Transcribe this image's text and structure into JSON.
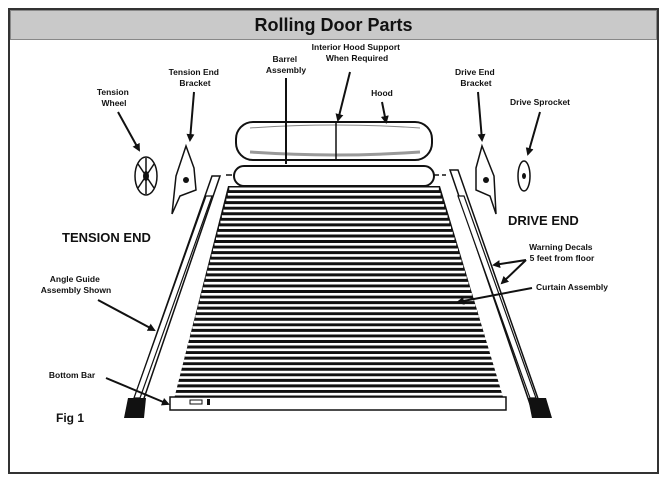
{
  "title": "Rolling Door Parts",
  "labels": {
    "tension_wheel": [
      "Tension",
      "Wheel"
    ],
    "tension_end_bracket": [
      "Tension End",
      "Bracket"
    ],
    "barrel_assembly": [
      "Barrel",
      "Assembly"
    ],
    "interior_hood_support": [
      "Interior Hood Support",
      "When Required"
    ],
    "hood": "Hood",
    "drive_end_bracket": [
      "Drive End",
      "Bracket"
    ],
    "drive_sprocket": "Drive Sprocket",
    "tension_end": "TENSION END",
    "drive_end": "DRIVE END",
    "angle_guide": [
      "Angle Guide",
      "Assembly Shown"
    ],
    "warning_decals": [
      "Warning Decals",
      "5 feet from floor"
    ],
    "curtain_assembly": "Curtain Assembly",
    "bottom_bar": "Bottom Bar",
    "fig": "Fig 1"
  },
  "curtain": {
    "slat_count": 38
  },
  "colors": {
    "title_bg": "#c9c9c9",
    "ink": "#111111"
  }
}
